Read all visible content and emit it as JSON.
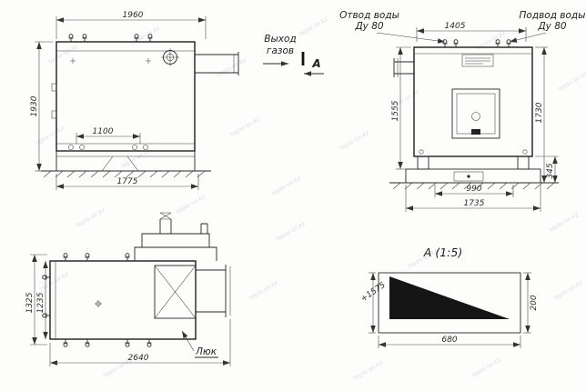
{
  "watermark": "teplo-sn.kz",
  "front_view": {
    "dim_top": "1960",
    "dim_left": "1930",
    "dim_inner": "1100",
    "dim_bottom": "1775"
  },
  "gas_outlet": {
    "line1": "Выход",
    "line2": "газов",
    "section_label": "А"
  },
  "side_view": {
    "water_outlet_line1": "Отвод воды",
    "water_outlet_line2": "Ду 80",
    "water_supply_line1": "Подвод воды",
    "water_supply_line2": "Ду 80",
    "dim_top": "1405",
    "dim_left": "1555",
    "dim_right": "1730",
    "dim_base_height": "345",
    "dim_base_inner": "990",
    "dim_bottom": "1735"
  },
  "plan_view": {
    "dim_left_outer": "1325",
    "dim_left_inner": "1235",
    "dim_bottom": "2640",
    "hatch_label": "Люк"
  },
  "detail_view": {
    "title": "А (1:5)",
    "dim_left": "+1575",
    "dim_right": "200",
    "dim_bottom": "680"
  }
}
